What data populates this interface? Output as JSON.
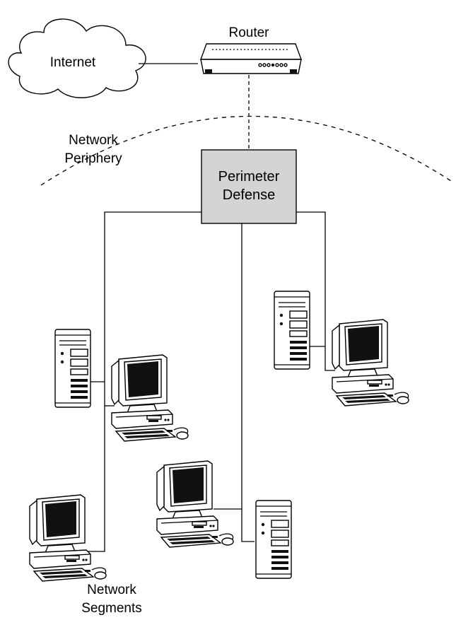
{
  "labels": {
    "internet": "Internet",
    "router": "Router",
    "periphery_line1": "Network",
    "periphery_line2": "Periphery",
    "perimeter_line1": "Perimeter",
    "perimeter_line2": "Defense",
    "segments_line1": "Network",
    "segments_line2": "Segments"
  },
  "colors": {
    "perimeter_fill": "#d4d4d4",
    "stroke": "#000000",
    "background": "#ffffff"
  },
  "icons": {
    "cloud": "cloud-icon",
    "router": "router-icon",
    "server": "server-tower-icon",
    "workstation": "desktop-computer-icon"
  }
}
